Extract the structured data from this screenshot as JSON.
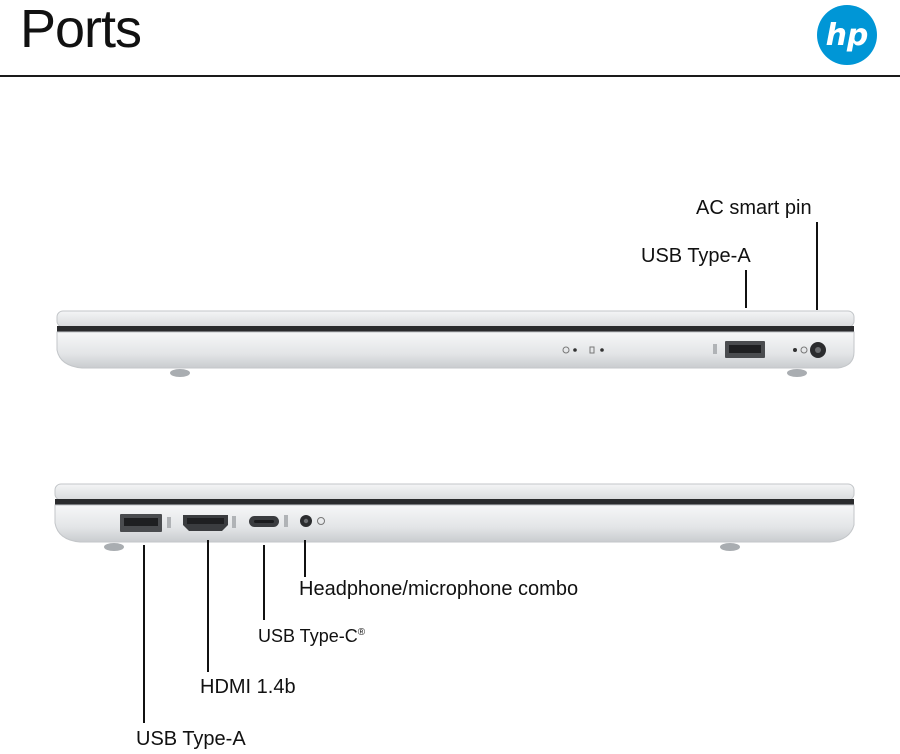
{
  "header": {
    "title": "Ports",
    "logo_text": "hp",
    "brand_color": "#0096d6"
  },
  "top_view": {
    "labels": {
      "ac_pin": "AC smart pin",
      "usb_a": "USB Type-A"
    },
    "port_icons": [
      "power-led-icon",
      "drive-led-icon",
      "usb-a-port",
      "power-jack-port"
    ]
  },
  "bottom_view": {
    "labels": {
      "audio": "Headphone/microphone combo",
      "usb_c": "USB Type-C",
      "usb_c_mark": "®",
      "hdmi": "HDMI 1.4b",
      "usb_a": "USB Type-A"
    },
    "port_icons": [
      "usb-a-port",
      "hdmi-port",
      "usb-c-port",
      "audio-jack-port"
    ]
  }
}
